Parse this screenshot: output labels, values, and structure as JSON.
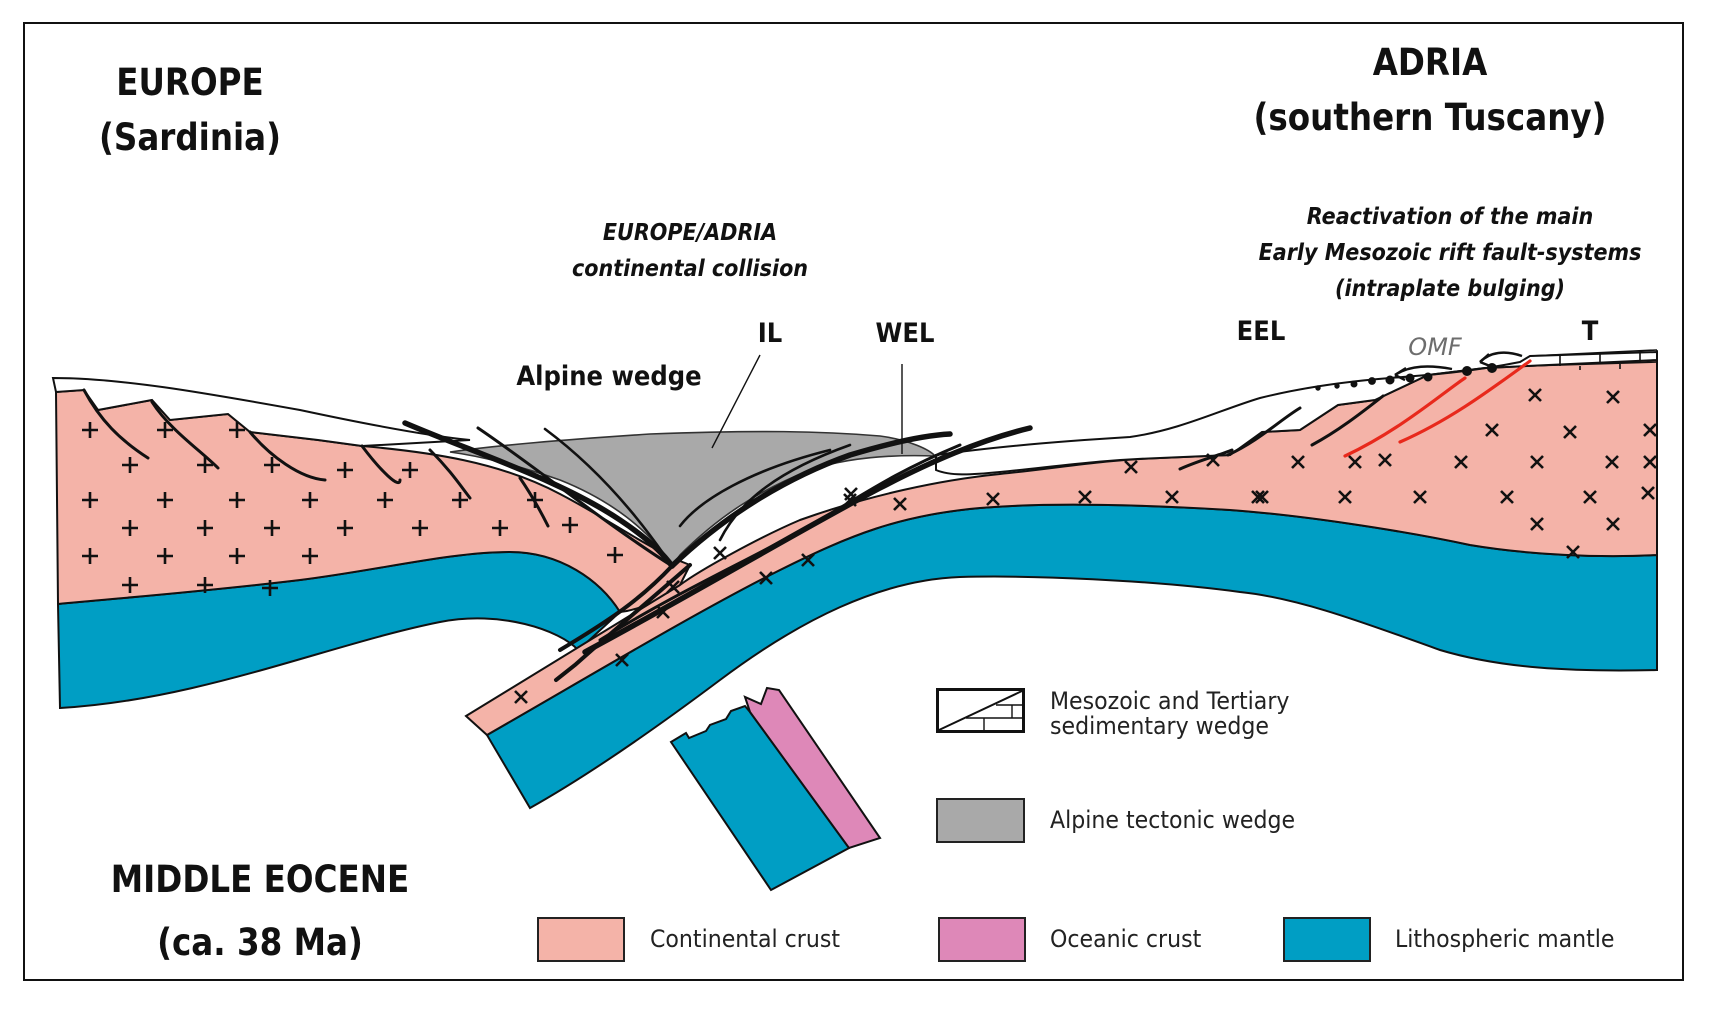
{
  "titles": {
    "europe": "EUROPE",
    "europe_sub": "(Sardinia)",
    "adria": "ADRIA",
    "adria_sub": "(southern Tuscany)",
    "period": "MIDDLE EOCENE",
    "period_sub": "(ca. 38 Ma)"
  },
  "annotations": {
    "collision_line1": "EUROPE/ADRIA",
    "collision_line2": "continental collision",
    "reactivation_line1": "Reactivation of the main",
    "reactivation_line2": "Early Mesozoic rift fault-systems",
    "reactivation_line3": "(intraplate bulging)",
    "alpine_wedge": "Alpine wedge",
    "il": "IL",
    "wel": "WEL",
    "eel": "EEL",
    "omf": "OMF",
    "t": "T"
  },
  "legend": [
    {
      "key": "sedimentary",
      "label_line1": "Mesozoic and Tertiary",
      "label_line2": "sedimentary wedge",
      "color": "#ffffff"
    },
    {
      "key": "alpine",
      "label": "Alpine tectonic wedge",
      "color": "#a9a9a9"
    },
    {
      "key": "continental",
      "label": "Continental crust",
      "color": "#f4b3a8"
    },
    {
      "key": "oceanic",
      "label": "Oceanic crust",
      "color": "#de88b8"
    },
    {
      "key": "mantle",
      "label": "Lithospheric mantle",
      "color": "#009ec4"
    }
  ],
  "colors": {
    "continental_crust": "#f4b3a8",
    "oceanic_crust": "#de88b8",
    "lithospheric_mantle": "#009ec4",
    "alpine_wedge": "#a9a9a9",
    "reactivated_fault": "#e8291c",
    "omf_text": "#6d6d6d",
    "outline": "#111111"
  }
}
